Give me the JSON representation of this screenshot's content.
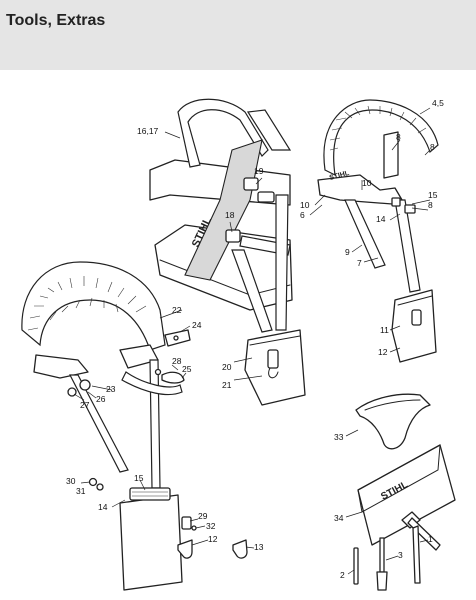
{
  "header": {
    "title": "Tools, Extras"
  },
  "brand": {
    "logo_text": "STIHL"
  },
  "colors": {
    "header_bg": "#e5e5e5",
    "line": "#222222",
    "background": "#ffffff"
  },
  "callouts": {
    "c1": "1",
    "c2": "2",
    "c3": "3",
    "c45": "4,5",
    "c6": "6",
    "c7": "7",
    "c8a": "8",
    "c8b": "8",
    "c8c": "8",
    "c9": "9",
    "c10a": "10",
    "c10b": "10",
    "c11": "11",
    "c12a": "12",
    "c12b": "12",
    "c13": "13",
    "c14a": "14",
    "c14b": "14",
    "c15a": "15",
    "c15b": "15",
    "c1617": "16,17",
    "c18": "18",
    "c19": "19",
    "c20": "20",
    "c21": "21",
    "c22": "22",
    "c23": "23",
    "c24": "24",
    "c25": "25",
    "c26": "26",
    "c27": "27",
    "c28": "28",
    "c29": "29",
    "c30": "30",
    "c31": "31",
    "c32": "32",
    "c33": "33",
    "c34": "34"
  }
}
